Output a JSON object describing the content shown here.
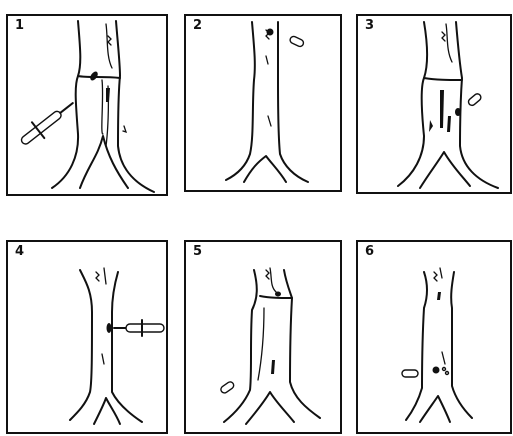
{
  "panels": [
    {
      "number": "1"
    },
    {
      "number": "2"
    },
    {
      "number": "3"
    },
    {
      "number": "4"
    },
    {
      "number": "5"
    },
    {
      "number": "6"
    }
  ]
}
